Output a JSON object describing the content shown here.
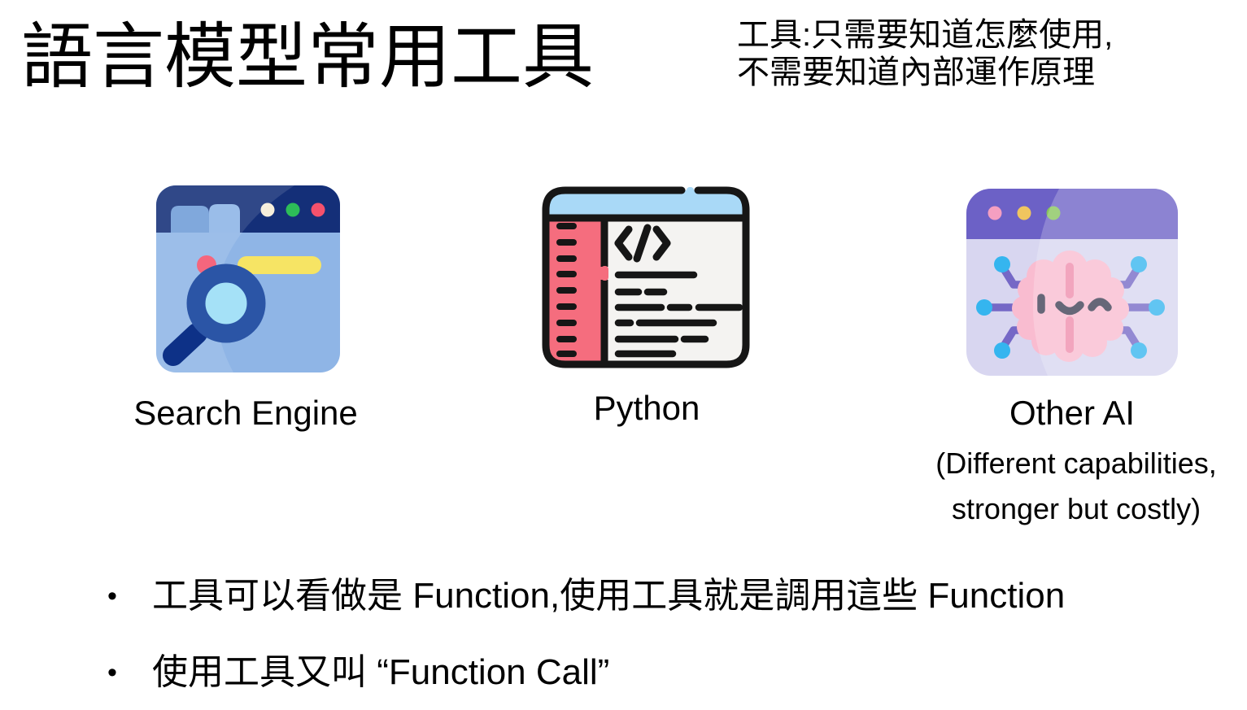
{
  "slide": {
    "title": "語言模型常用工具",
    "note": {
      "line1": "工具:只需要知道怎麼使用,",
      "line2": "不需要知道內部運作原理"
    },
    "tools": [
      {
        "label": "Search Engine",
        "icon": "search-engine-browser-icon"
      },
      {
        "label": "Python",
        "icon": "python-code-editor-icon"
      },
      {
        "label": "Other AI",
        "icon": "ai-brain-browser-icon",
        "sub_line1": "(Different capabilities,",
        "sub_line2": "stronger but costly)"
      }
    ],
    "bullets": {
      "marker": "•",
      "items": [
        "工具可以看做是 Function,使用工具就是調用這些 Function",
        "使用工具又叫 “Function Call”"
      ]
    },
    "colors": {
      "background": "#ffffff",
      "text": "#000000",
      "search_icon": {
        "header": "#142f78",
        "body": "#8fb5e6",
        "tab_dark": "#6f9cd8",
        "tab_light": "#8cb4e6",
        "dot_cream": "#f6eedb",
        "dot_green": "#2dbd58",
        "dot_red": "#f4516c",
        "search_bar_yellow": "#f6e464",
        "magnifier_ring": "#2b55a6",
        "magnifier_lens": "#a5e1f7",
        "magnifier_handle": "#0d3187"
      },
      "python_icon": {
        "outline": "#161616",
        "header": "#a9d9f7",
        "sidebar": "#f56d7e",
        "content": "#f4f3f1"
      },
      "ai_icon": {
        "header": "#6c61c6",
        "body": "#d8d6f0",
        "dot_pink": "#f49fc1",
        "dot_yellow": "#f0c55f",
        "dot_green": "#87c45c",
        "circuit": "#7568c6",
        "node_cyan": "#35b5ef",
        "brain": "#f9bcd0",
        "brain_line": "#ef8cac",
        "face": "#3c3d52"
      }
    }
  }
}
